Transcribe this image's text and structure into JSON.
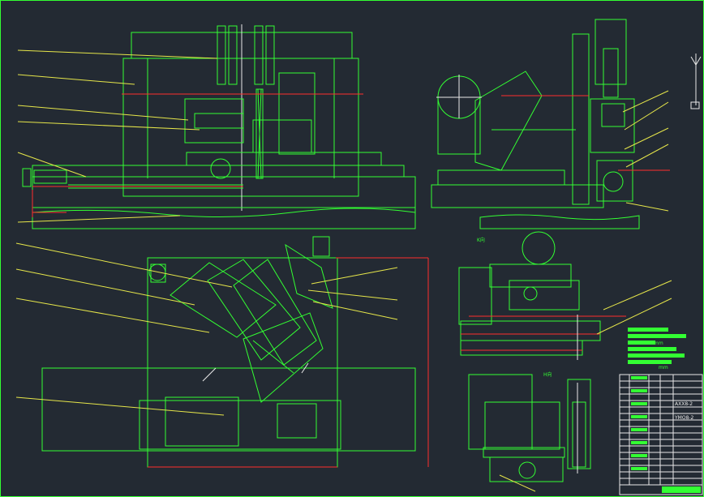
{
  "view_labels": {
    "section_k": "K向",
    "section_h": "H向"
  },
  "notes": {
    "line_unit": "mm",
    "line_unit_2": "mm"
  },
  "title_block": {
    "code_1": "AXX8-2",
    "code_2": "YMO8-2"
  },
  "colors": {
    "background": "#232a33",
    "linework": "#33ff33",
    "dimension": "#ff2d2d",
    "leader": "#e6e64a",
    "axis": "#e8e8e8"
  }
}
